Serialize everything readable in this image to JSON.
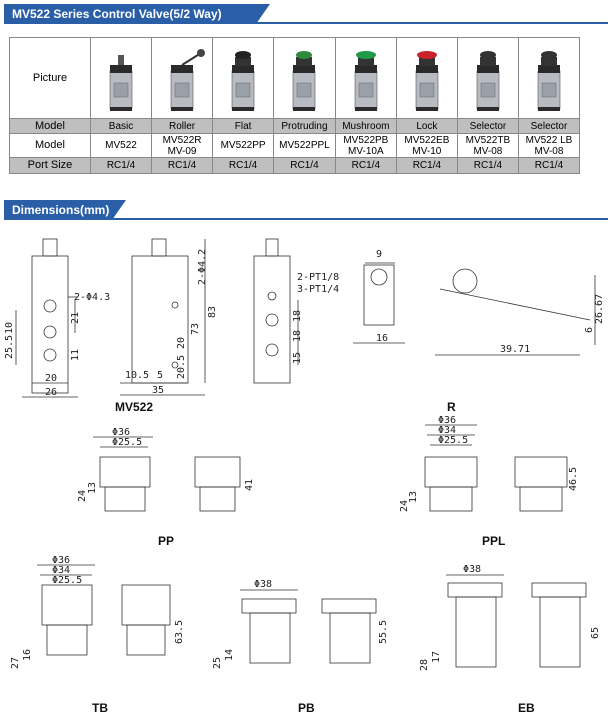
{
  "section1": {
    "title": "MV522 Series Control Valve(5/2 Way)"
  },
  "section2": {
    "title": "Dimensions(mm)"
  },
  "table": {
    "row_labels": [
      "Picture",
      "Model",
      "Model",
      "Port Size"
    ],
    "types": [
      "Basic",
      "Roller",
      "Flat",
      "Protruding",
      "Mushroom",
      "Lock",
      "Selector",
      "Selector"
    ],
    "models": [
      [
        "MV522"
      ],
      [
        "MV522R",
        "MV-09"
      ],
      [
        "MV522PP"
      ],
      [
        "MV522PPL"
      ],
      [
        "MV522PB",
        "MV-10A"
      ],
      [
        "MV522EB",
        "MV-10"
      ],
      [
        "MV522TB",
        "MV-08"
      ],
      [
        "MV522 LB",
        "MV-08"
      ]
    ],
    "ports": [
      "RC1/4",
      "RC1/4",
      "RC1/4",
      "RC1/4",
      "RC1/4",
      "RC1/4",
      "RC1/4",
      "RC1/4"
    ],
    "button_colors": [
      "",
      "",
      "#222222",
      "#2e8b3e",
      "#1f9a4a",
      "#c8242a",
      "#333333",
      "#333333"
    ]
  },
  "drawings": {
    "mv522": {
      "caption": "MV522",
      "d1": "2-Φ4.3",
      "d2": "2-Φ4.2",
      "d3": "2-PT1/8",
      "d4": "3-PT1/4",
      "v10": "10",
      "v25_5": "25.5",
      "v21": "21",
      "v11": "11",
      "v20": "20",
      "v26": "26",
      "v83": "83",
      "v73": "73",
      "v20b": "20",
      "v20_5": "20.5",
      "v10_5": "10.5",
      "v5": "5",
      "v35": "35",
      "v18a": "18",
      "v18b": "18",
      "v15": "15"
    },
    "r": {
      "caption": "R",
      "v9": "9",
      "v16": "16",
      "v39_71": "39.71",
      "v26_67": "26.67",
      "v6": "6"
    },
    "pp": {
      "caption": "PP",
      "d36": "Φ36",
      "d25_5": "Φ25.5",
      "v24": "24",
      "v13": "13",
      "v41": "41"
    },
    "ppl": {
      "caption": "PPL",
      "d36": "Φ36",
      "d34": "Φ34",
      "d25_5": "Φ25.5",
      "v24": "24",
      "v13": "13",
      "v46_5": "46.5"
    },
    "tb": {
      "caption": "TB",
      "d36": "Φ36",
      "d34": "Φ34",
      "d25_5": "Φ25.5",
      "v27": "27",
      "v16": "16",
      "v63_5": "63.5"
    },
    "pb": {
      "caption": "PB",
      "d38": "Φ38",
      "v25": "25",
      "v14": "14",
      "v55_5": "55.5"
    },
    "eb": {
      "caption": "EB",
      "d38": "Φ38",
      "v28": "28",
      "v17": "17",
      "v65": "65"
    }
  }
}
